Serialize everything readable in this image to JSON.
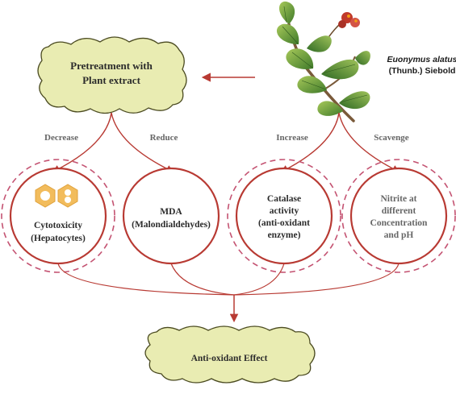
{
  "plant": {
    "species_italic": "Euonymus alatus",
    "species_author": "(Thunb.) Siebold"
  },
  "pretreatment": {
    "line1": "Pretreatment with",
    "line2": "Plant extract"
  },
  "effects": {
    "decrease": "Decrease",
    "reduce": "Reduce",
    "increase": "Increase",
    "scavenge": "Scavenge"
  },
  "circles": {
    "cytotoxicity": {
      "line1": "Cytotoxicity",
      "line2": "(Hepatocytes)"
    },
    "mda": {
      "line1": "MDA",
      "line2": "(Malondialdehydes)"
    },
    "catalase": {
      "line1": "Catalase",
      "line2": "activity",
      "line3": "(anti-oxidant",
      "line4": "enzyme)"
    },
    "nitrite": {
      "line1": "Nitrite at",
      "line2": "different",
      "line3": "Concentration",
      "line4": "and pH"
    }
  },
  "outcome": {
    "label": "Anti-oxidant Effect"
  },
  "colors": {
    "cloud_fill": "#e9ecb2",
    "cloud_stroke": "#4a4a20",
    "circle_stroke": "#b83a33",
    "dashed_stroke": "#c45372",
    "arrow": "#b83a33",
    "hexagon": "#f2bc5c"
  }
}
